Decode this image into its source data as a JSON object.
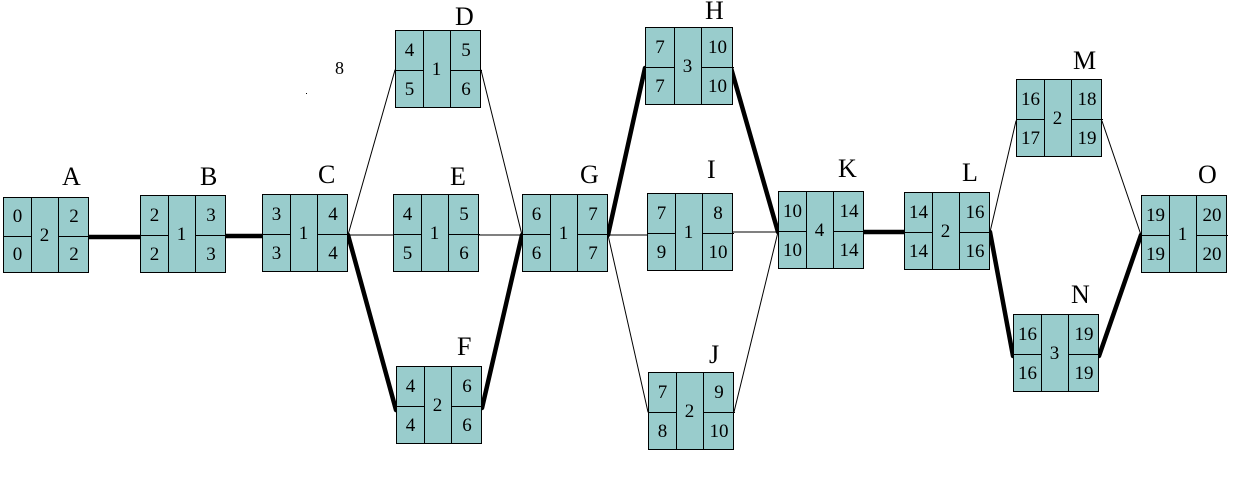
{
  "colors": {
    "node_fill": "#99cccc",
    "line": "#000000",
    "background": "#ffffff"
  },
  "nodes": [
    {
      "id": "A",
      "letter": "A",
      "tl": "0",
      "bl": "0",
      "mid": "2",
      "tr": "2",
      "br": "2"
    },
    {
      "id": "B",
      "letter": "B",
      "tl": "2",
      "bl": "2",
      "mid": "1",
      "tr": "3",
      "br": "3"
    },
    {
      "id": "C",
      "letter": "C",
      "tl": "3",
      "bl": "3",
      "mid": "1",
      "tr": "4",
      "br": "4"
    },
    {
      "id": "D",
      "letter": "D",
      "tl": "4",
      "bl": "5",
      "mid": "1",
      "tr": "5",
      "br": "6"
    },
    {
      "id": "E",
      "letter": "E",
      "tl": "4",
      "bl": "5",
      "mid": "1",
      "tr": "5",
      "br": "6"
    },
    {
      "id": "F",
      "letter": "F",
      "tl": "4",
      "bl": "4",
      "mid": "2",
      "tr": "6",
      "br": "6"
    },
    {
      "id": "G",
      "letter": "G",
      "tl": "6",
      "bl": "6",
      "mid": "1",
      "tr": "7",
      "br": "7"
    },
    {
      "id": "H",
      "letter": "H",
      "tl": "7",
      "bl": "7",
      "mid": "3",
      "tr": "10",
      "br": "10"
    },
    {
      "id": "I",
      "letter": "I",
      "tl": "7",
      "bl": "9",
      "mid": "1",
      "tr": "8",
      "br": "10"
    },
    {
      "id": "J",
      "letter": "J",
      "tl": "7",
      "bl": "8",
      "mid": "2",
      "tr": "9",
      "br": "10"
    },
    {
      "id": "K",
      "letter": "K",
      "tl": "10",
      "bl": "10",
      "mid": "4",
      "tr": "14",
      "br": "14"
    },
    {
      "id": "L",
      "letter": "L",
      "tl": "14",
      "bl": "14",
      "mid": "2",
      "tr": "16",
      "br": "16"
    },
    {
      "id": "M",
      "letter": "M",
      "tl": "16",
      "bl": "17",
      "mid": "2",
      "tr": "18",
      "br": "19"
    },
    {
      "id": "N",
      "letter": "N",
      "tl": "16",
      "bl": "16",
      "mid": "3",
      "tr": "19",
      "br": "19"
    },
    {
      "id": "O",
      "letter": "O",
      "tl": "19",
      "bl": "19",
      "mid": "1",
      "tr": "20",
      "br": "20"
    }
  ],
  "edges": [
    {
      "from": "A",
      "to": "B",
      "critical": true
    },
    {
      "from": "B",
      "to": "C",
      "critical": true
    },
    {
      "from": "C",
      "to": "D",
      "critical": false
    },
    {
      "from": "C",
      "to": "E",
      "critical": false
    },
    {
      "from": "C",
      "to": "F",
      "critical": true
    },
    {
      "from": "D",
      "to": "G",
      "critical": false
    },
    {
      "from": "E",
      "to": "G",
      "critical": false
    },
    {
      "from": "F",
      "to": "G",
      "critical": true
    },
    {
      "from": "G",
      "to": "H",
      "critical": true
    },
    {
      "from": "G",
      "to": "I",
      "critical": false
    },
    {
      "from": "G",
      "to": "J",
      "critical": false
    },
    {
      "from": "H",
      "to": "K",
      "critical": true
    },
    {
      "from": "I",
      "to": "K",
      "critical": false
    },
    {
      "from": "J",
      "to": "K",
      "critical": false
    },
    {
      "from": "K",
      "to": "L",
      "critical": true
    },
    {
      "from": "L",
      "to": "M",
      "critical": false
    },
    {
      "from": "L",
      "to": "N",
      "critical": true
    },
    {
      "from": "M",
      "to": "O",
      "critical": false
    },
    {
      "from": "N",
      "to": "O",
      "critical": true
    }
  ],
  "stray_text": "8"
}
